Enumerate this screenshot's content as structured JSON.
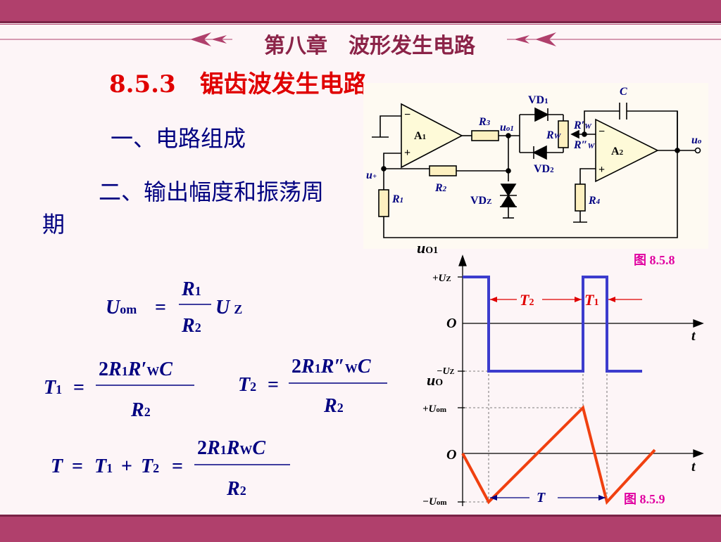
{
  "header": {
    "chapter": "第八章　波形发生电路"
  },
  "section": {
    "title": "8.5.3　锯齿波发生电路"
  },
  "items": {
    "first": "一、电路组成",
    "second": "二、输出幅度和振荡周期"
  },
  "captions": {
    "fig1": "图 8.5.8",
    "fig2": "图 8.5.9"
  },
  "circuit": {
    "c": "C",
    "vd1": "VD",
    "vd1_sub": "1",
    "vd2": "VD",
    "vd2_sub": "2",
    "a1": "A",
    "a1_sub": "1",
    "a2": "A",
    "a2_sub": "2",
    "r1": "R",
    "r1_sub": "1",
    "r2": "R",
    "r2_sub": "2",
    "r3": "R",
    "r3_sub": "3",
    "r4": "R",
    "r4_sub": "4",
    "rw": "R",
    "rw_sub": "W",
    "rw1": "R′",
    "rw1_sub": "W",
    "rw2": "R″",
    "rw2_sub": "W",
    "uo1": "u",
    "uo1_sub": "o1",
    "uo": "u",
    "uo_sub": "o",
    "uplus": "u",
    "uplus_sub": "+",
    "vdz": "VD",
    "vdz_sub": "Z",
    "minus": "−",
    "plus": "+"
  },
  "waveform": {
    "uo1_axis": "u",
    "uo1_sub": "O1",
    "uo_axis": "u",
    "uo_sub": "O",
    "puz": "+U",
    "puz_sub": "Z",
    "muz": "−U",
    "muz_sub": "Z",
    "puom": "+U",
    "puom_sub": "om",
    "muom": "−U",
    "muom_sub": "om",
    "origin": "O",
    "t": "t",
    "T2": "T",
    "T2_sub": "2",
    "T1": "T",
    "T1_sub": "1",
    "T": "T"
  },
  "formulas": {
    "uom_U": "U",
    "uom_sub": "om",
    "eq": "=",
    "R": "R",
    "one": "1",
    "two": "2",
    "UZ": "U",
    "Z": "Z",
    "T": "T",
    "two_coef": "2",
    "Rp": "R′",
    "Rpp": "R″",
    "W": "W",
    "C": "C",
    "plus": "+"
  },
  "colors": {
    "red": "#e00000",
    "blue": "#3c3ccd",
    "orange": "#f04010",
    "navy": "#000080",
    "magenta": "#e000a0",
    "bar": "#b0406c"
  }
}
